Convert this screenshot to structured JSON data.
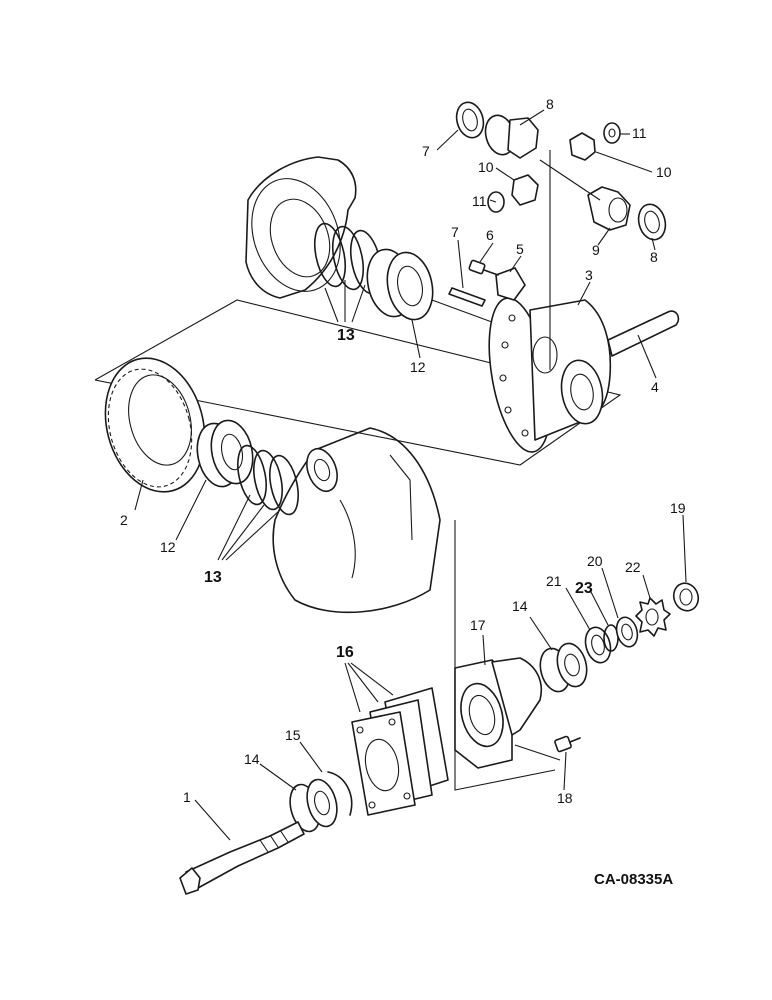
{
  "diagram": {
    "drawing_code": "CA-08335A",
    "callouts": [
      "1",
      "2",
      "3",
      "4",
      "5",
      "6",
      "7",
      "8",
      "8",
      "9",
      "9",
      "10",
      "10",
      "11",
      "11",
      "12",
      "12",
      "13",
      "13",
      "14",
      "14",
      "15",
      "16",
      "17",
      "18",
      "19",
      "20",
      "21",
      "22",
      "23"
    ]
  }
}
